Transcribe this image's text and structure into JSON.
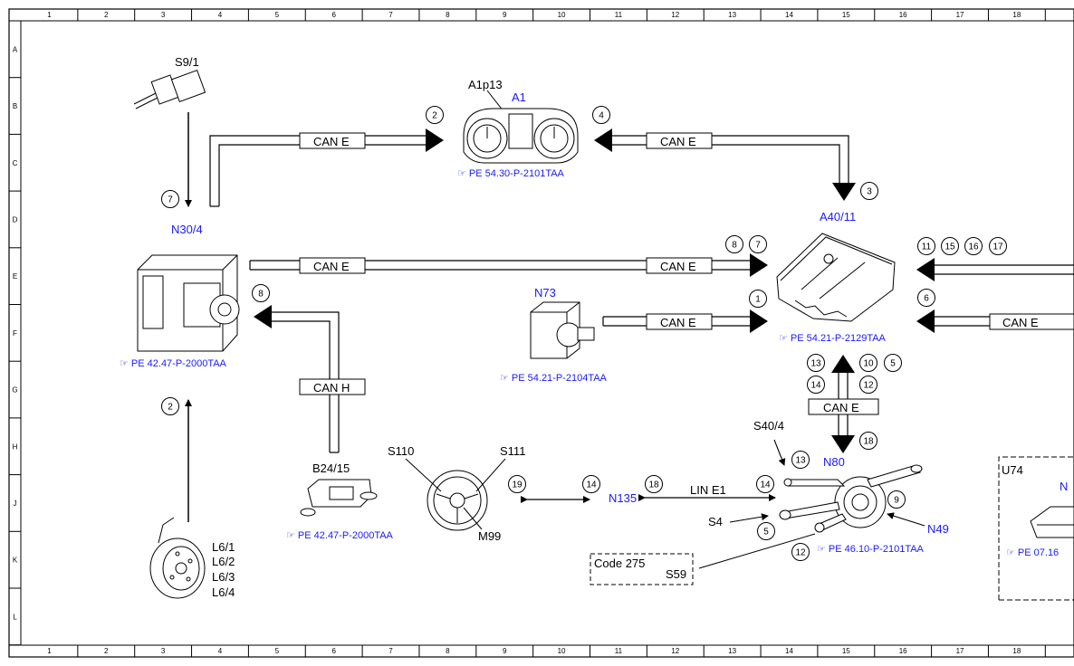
{
  "grid": {
    "columns": [
      "1",
      "2",
      "3",
      "4",
      "5",
      "6",
      "7",
      "8",
      "9",
      "10",
      "11",
      "12",
      "13",
      "14",
      "15",
      "16",
      "17",
      "18"
    ],
    "rows": [
      "A",
      "B",
      "C",
      "D",
      "E",
      "F",
      "G",
      "H",
      "J",
      "K",
      "L"
    ]
  },
  "components": {
    "s9_1": "S9/1",
    "n30_4": "N30/4",
    "a1p13": "A1p13",
    "a1": "A1",
    "a40_11": "A40/11",
    "n73": "N73",
    "b24_15": "B24/15",
    "s110": "S110",
    "s111": "S111",
    "m99": "M99",
    "n135": "N135",
    "s40_4": "S40/4",
    "n80": "N80",
    "s4": "S4",
    "n49": "N49",
    "s59": "S59",
    "u74": "U74",
    "u74_partial": "N",
    "code_275": "Code 275",
    "l6": [
      "L6/1",
      "L6/2",
      "L6/3",
      "L6/4"
    ]
  },
  "references": {
    "a1": "PE 54.30-P-2101TAA",
    "a40_11": "PE 54.21-P-2129TAA",
    "n73": "PE 54.21-P-2104TAA",
    "n30_4": "PE 42.47-P-2000TAA",
    "b24_15": "PE 42.47-P-2000TAA",
    "n80": "PE 46.10-P-2101TAA",
    "u74": "PE 07.16"
  },
  "buses": {
    "can_e": "CAN E",
    "can_h": "CAN H",
    "lin_e1": "LIN E1"
  },
  "markers": {
    "m_s9": "7",
    "m_a1_left": "2",
    "m_a1_right": "4",
    "m_a40_top": "3",
    "m_e_8": "8",
    "m_e_7": "7",
    "m_n30_8": "8",
    "m_n73_1": "1",
    "m_r_11": "11",
    "m_r_15": "15",
    "m_r_16": "16",
    "m_r_17": "17",
    "m_r_6": "6",
    "m_v_13": "13",
    "m_v_14": "14",
    "m_v_10": "10",
    "m_v_5": "5",
    "m_v_12": "12",
    "m_v_18": "18",
    "m_l6_2": "2",
    "m_sw_19": "19",
    "m_sw_14": "14",
    "m_lin_18": "18",
    "m_lin_14": "14",
    "m_s40_13": "13",
    "m_s4_5": "5",
    "m_n49_9": "9",
    "m_s59_12": "12"
  }
}
